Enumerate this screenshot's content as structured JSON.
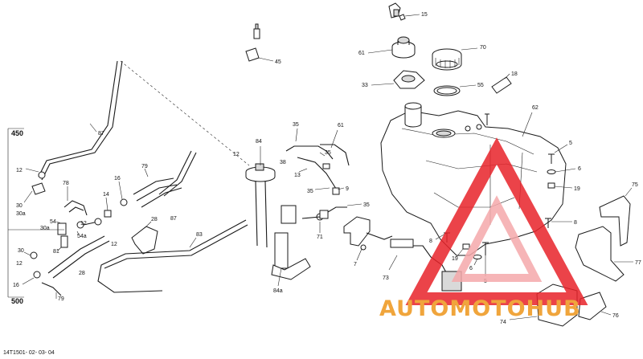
{
  "diagram": {
    "code": "14T1501- 02- 03- 04",
    "variants": [
      "450",
      "500"
    ],
    "callouts": [
      {
        "id": "c15",
        "text": "15"
      },
      {
        "id": "c45",
        "text": "45"
      },
      {
        "id": "c61",
        "text": "61"
      },
      {
        "id": "c70",
        "text": "70"
      },
      {
        "id": "c33",
        "text": "33"
      },
      {
        "id": "c55",
        "text": "55"
      },
      {
        "id": "c18",
        "text": "18"
      },
      {
        "id": "c62",
        "text": "62"
      },
      {
        "id": "c87a",
        "text": "87"
      },
      {
        "id": "c35a",
        "text": "35"
      },
      {
        "id": "c61b",
        "text": "61"
      },
      {
        "id": "c84",
        "text": "84"
      },
      {
        "id": "c12a",
        "text": "12"
      },
      {
        "id": "c38",
        "text": "38"
      },
      {
        "id": "c35b",
        "text": "35"
      },
      {
        "id": "c13",
        "text": "13"
      },
      {
        "id": "c9",
        "text": "9"
      },
      {
        "id": "c35c",
        "text": "35"
      },
      {
        "id": "c35d",
        "text": "35"
      },
      {
        "id": "c5",
        "text": "5"
      },
      {
        "id": "c6a",
        "text": "6"
      },
      {
        "id": "c19a",
        "text": "19"
      },
      {
        "id": "c75",
        "text": "75"
      },
      {
        "id": "c12b",
        "text": "12"
      },
      {
        "id": "c30a",
        "text": "30"
      },
      {
        "id": "c30b",
        "text": "30a"
      },
      {
        "id": "c78",
        "text": "78"
      },
      {
        "id": "c16a",
        "text": "16"
      },
      {
        "id": "c79a",
        "text": "79"
      },
      {
        "id": "c14",
        "text": "14"
      },
      {
        "id": "c87b",
        "text": "87"
      },
      {
        "id": "c12c",
        "text": "12"
      },
      {
        "id": "c54",
        "text": "54"
      },
      {
        "id": "c30c",
        "text": "30a"
      },
      {
        "id": "c28a",
        "text": "28"
      },
      {
        "id": "c54a",
        "text": "54a"
      },
      {
        "id": "c83",
        "text": "83"
      },
      {
        "id": "c12d",
        "text": "12"
      },
      {
        "id": "c30d",
        "text": "30"
      },
      {
        "id": "c81",
        "text": "81"
      },
      {
        "id": "c12e",
        "text": "12"
      },
      {
        "id": "c28b",
        "text": "28"
      },
      {
        "id": "c16b",
        "text": "16"
      },
      {
        "id": "c79b",
        "text": "79"
      },
      {
        "id": "c71",
        "text": "71"
      },
      {
        "id": "c7",
        "text": "7"
      },
      {
        "id": "c84a",
        "text": "84a"
      },
      {
        "id": "c73",
        "text": "73"
      },
      {
        "id": "c8a",
        "text": "8"
      },
      {
        "id": "c8b",
        "text": "8"
      },
      {
        "id": "c19b",
        "text": "19"
      },
      {
        "id": "c6b",
        "text": "6"
      },
      {
        "id": "c5b",
        "text": "5"
      },
      {
        "id": "c77",
        "text": "77"
      },
      {
        "id": "c76",
        "text": "76"
      },
      {
        "id": "c74",
        "text": "74"
      }
    ]
  },
  "watermark": {
    "text": "AUTOMOTOHUB",
    "colors": {
      "accent": "#e8232a",
      "accent_light": "#f5a9ab",
      "text_orange": "#f0a53c"
    }
  }
}
